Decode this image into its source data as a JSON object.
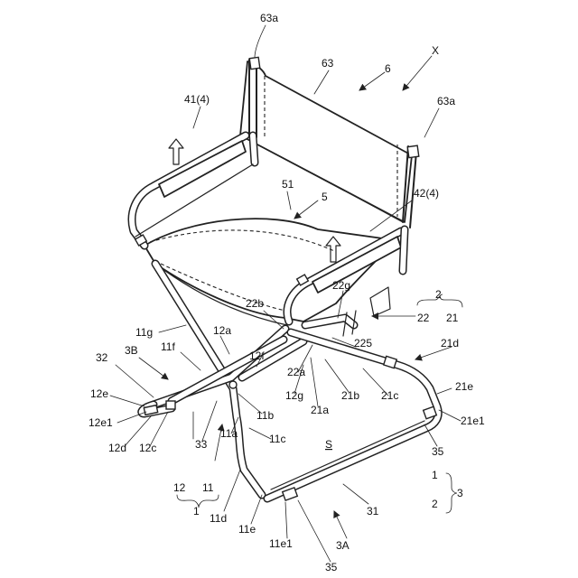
{
  "labels": {
    "l63a_top": "63a",
    "l63": "63",
    "lX": "X",
    "l6": "6",
    "l63a_right": "63a",
    "l41_4": "41(4)",
    "l51": "51",
    "l5": "5",
    "l42_4": "42(4)",
    "l22g": "22g",
    "l22b": "22b",
    "l2": "2",
    "l22": "22",
    "l21": "21",
    "l11g": "11g",
    "l12a": "12a",
    "l3B": "3B",
    "l11f": "11f",
    "l225": "225",
    "l21d": "21d",
    "l32": "32",
    "l12f": "12f",
    "l22a": "22a",
    "l12e": "12e",
    "l12g": "12g",
    "l21b": "21b",
    "l21c": "21c",
    "l21e": "21e",
    "l21a": "21a",
    "l11b": "11b",
    "l12e1": "12e1",
    "l21e1": "21e1",
    "lS": "S",
    "l11a": "11a",
    "l11c": "11c",
    "l33": "33",
    "l12d": "12d",
    "l12c": "12c",
    "l35_right": "35",
    "l12": "12",
    "l11": "11",
    "l1_under": "1",
    "l1_brace": "1",
    "l3": "3",
    "l2_brace": "2",
    "l11d": "11d",
    "l31": "31",
    "l11e": "11e",
    "l11e1": "11e1",
    "l3A": "3A",
    "l35_bottom": "35"
  }
}
